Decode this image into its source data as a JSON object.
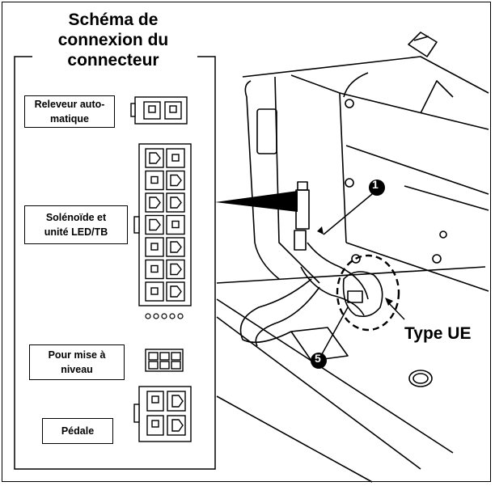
{
  "panel": {
    "title_line1": "Schéma de",
    "title_line2": "connexion du",
    "title_line3": "connecteur"
  },
  "labels": {
    "releveur_line1": "Releveur auto-",
    "releveur_line2": "matique",
    "solenoide_line1": "Solénoïde et",
    "solenoide_line2": "unité LED/TB",
    "niveau_line1": "Pour mise à",
    "niveau_line2": "niveau",
    "pedale": "Pédale"
  },
  "callouts": {
    "type_ue": "Type UE",
    "marker_1": "1",
    "marker_5": "5"
  }
}
